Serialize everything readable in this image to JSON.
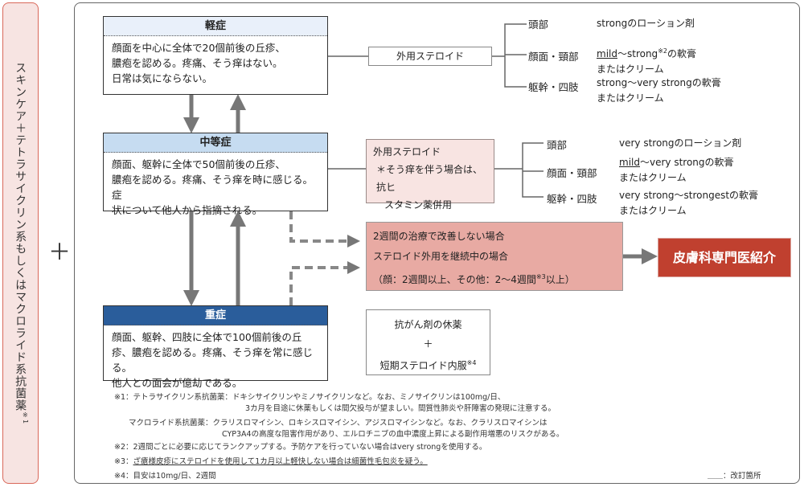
{
  "left_label": {
    "text": "スキンケア＋テトラサイクリン系もしくはマクロライド系抗菌薬",
    "note": "※1"
  },
  "plus": "＋",
  "mild": {
    "title": "軽症",
    "lines": [
      "顔面を中心に全体で20個前後の丘疹、",
      "膿疱を認める。疼痛、そう痒はない。",
      "日常は気にならない。"
    ],
    "treatment": "外用ステロイド",
    "sites": [
      {
        "site": "頭部",
        "rx": [
          "strongのローション剤"
        ]
      },
      {
        "site": "顔面・頸部",
        "rx_u": "mild",
        "rx_rest": "～strong",
        "rx_sup": "※2",
        "rx_tail": "の軟膏",
        "rx2": "またはクリーム"
      },
      {
        "site": "躯幹・四肢",
        "rx": [
          "strong～very strongの軟膏",
          "またはクリーム"
        ]
      }
    ]
  },
  "moderate": {
    "title": "中等症",
    "lines": [
      "顔面、躯幹に全体で50個前後の丘疹、",
      "膿疱を認める。疼痛、そう痒を時に感じる。症",
      "状について他人から指摘される。"
    ],
    "treatment": [
      "外用ステロイド",
      "＊そう痒を伴う場合は、抗ヒ",
      "スタミン薬併用"
    ],
    "sites": [
      {
        "site": "頭部",
        "rx": [
          "very strongのローション剤"
        ]
      },
      {
        "site": "顔面・頸部",
        "rx_u": "mild",
        "rx_rest": "～very strongの軟膏",
        "rx2": "またはクリーム"
      },
      {
        "site": "躯幹・四肢",
        "rx": [
          "very strong～strongestの軟膏",
          "またはクリーム"
        ]
      }
    ]
  },
  "severe": {
    "title": "重症",
    "lines": [
      "顔面、躯幹、四肢に全体で100個前後の丘",
      "疹、膿疱を認める。疼痛、そう痒を常に感じる。",
      "他人との面会が億劫である。"
    ],
    "treatment": [
      "抗がん剤の休薬",
      "＋",
      "短期ステロイド内服"
    ],
    "treatment_sup": "※4"
  },
  "no_improve": {
    "lines": [
      "2週間の治療で改善しない場合",
      "ステロイド外用を継続中の場合"
    ],
    "line3a": "（顔：2週間以上、その他：2～4週間",
    "line3sup": "※3",
    "line3b": "以上）"
  },
  "referral": "皮膚科専門医紹介",
  "footnotes": {
    "n1a": "※1：テトラサイクリン系抗菌薬：ドキシサイクリンやミノサイクリンなど。なお、ミノサイクリンは100mg/日、",
    "n1b": "3カ月を目途に休薬もしくは間欠投与が望ましい。間質性肺炎や肝障害の発現に注意する。",
    "n1c": "マクロライド系抗菌薬：クラリスロマイシン、ロキシスロマイシン、アジスロマイシンなど。なお、クラリスロマイシンは",
    "n1d": "CYP3A4の高度な阻害作用があり、エルロチニブの血中濃度上昇による副作用増悪のリスクがある。",
    "n2": "※2：2週間ごとに必要に応じてランクアップする。予防ケアを行っていない場合はvery strongを使用する。",
    "n3a": "※3：",
    "n3b": "ざ瘡様皮疹にステロイドを使用して1カ月以上軽快しない場合は細菌性毛包炎を疑う。",
    "n4": "※4：目安は10mg/日、2週間"
  },
  "legend": {
    "mark": "＿＿",
    "text": "：改訂箇所"
  },
  "colors": {
    "mild_header": "#e9f0fa",
    "moderate_header": "#c6dcf1",
    "severe_header": "#2a5d9b",
    "referral": "#c0402f",
    "no_improve": "#e8aaa3",
    "pink_box": "#f8e4e2"
  }
}
